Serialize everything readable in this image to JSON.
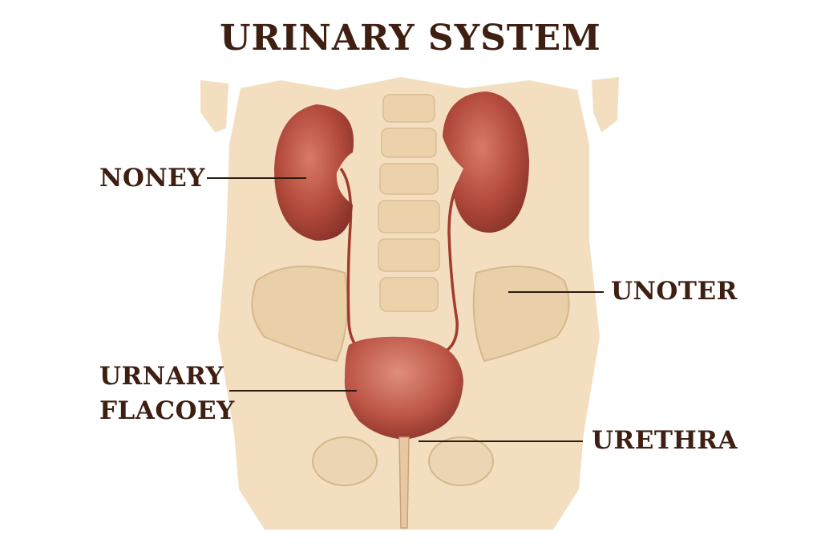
{
  "title": "URINARY SYSTEM",
  "labels": {
    "kidney": "NONEY",
    "ureter": "UNOTER",
    "bladder_line1": "URNARY",
    "bladder_line2": "FLACOEY",
    "urethra": "URETHRA"
  },
  "colors": {
    "text": "#3e1f12",
    "body": "#f3dfc0",
    "organ": "#b34b3d",
    "leader": "#2b1a12"
  }
}
